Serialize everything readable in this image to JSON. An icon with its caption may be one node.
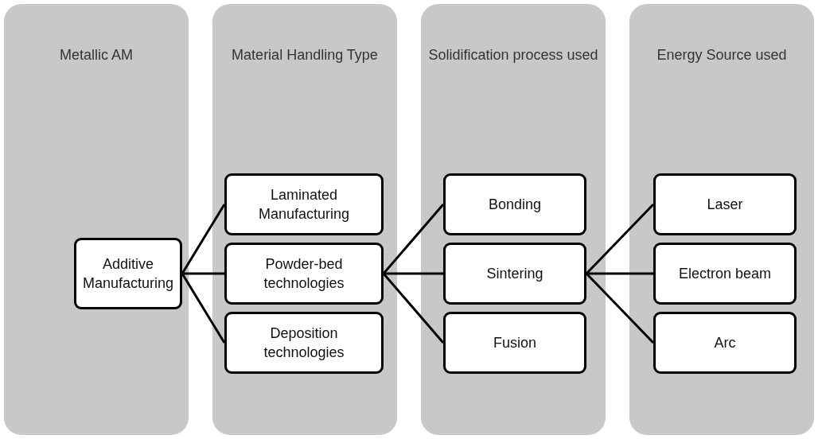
{
  "diagram": {
    "nodes": [
      {
        "text": [
          "Metallic AM"
        ]
      },
      {
        "text": [
          "Additive Manufacturing"
        ],
        "in": 0
      },
      {
        "text": [
          "Material Handling Type"
        ]
      },
      {
        "text": [
          "Laminated Manufacturing"
        ],
        "in": 2
      },
      {
        "text": [
          "Powder-bed technologies"
        ],
        "in": 2
      },
      {
        "text": [
          "Deposition technologies"
        ],
        "in": 2
      },
      {
        "text": [
          "Solidification process used"
        ]
      },
      {
        "text": [
          "Bonding"
        ],
        "in": 6
      },
      {
        "text": [
          "Sintering"
        ],
        "in": 6
      },
      {
        "text": [
          "Fusion"
        ],
        "in": 6
      },
      {
        "text": [
          "Energy Source used"
        ]
      },
      {
        "text": [
          "Laser"
        ],
        "in": 10
      },
      {
        "text": [
          "Electron beam"
        ],
        "in": 10
      },
      {
        "text": [
          "Arc"
        ],
        "in": 10
      }
    ],
    "edges": [
      {
        "from": 1,
        "to": 3,
        "arrow": "none"
      },
      {
        "from": 1,
        "to": 4,
        "arrow": "none"
      },
      {
        "from": 1,
        "to": 5,
        "arrow": "none"
      },
      {
        "from": 4,
        "to": 7,
        "arrow": "none"
      },
      {
        "from": 4,
        "to": 8,
        "arrow": "none"
      },
      {
        "from": 4,
        "to": 9,
        "arrow": "none"
      },
      {
        "from": 8,
        "to": 11,
        "arrow": "none"
      },
      {
        "from": 8,
        "to": 12,
        "arrow": "none"
      },
      {
        "from": 8,
        "to": 13,
        "arrow": "none"
      }
    ]
  }
}
